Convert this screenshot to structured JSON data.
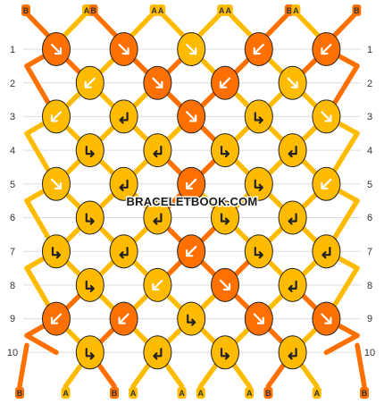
{
  "watermark": "BRACELETBOOK.COM",
  "colors": {
    "A": "#FFBB00",
    "B": "#FF7000",
    "outline": "#222222",
    "arrow": "#ffffff",
    "grid": "#dddddd"
  },
  "row_labels": [
    "1",
    "2",
    "3",
    "4",
    "5",
    "6",
    "7",
    "8",
    "9",
    "10"
  ],
  "strings_top": [
    "B",
    "A",
    "B",
    "A",
    "A",
    "A",
    "A",
    "B",
    "A",
    "B"
  ],
  "strings_bottom": [
    "B",
    "A",
    "B",
    "A",
    "A",
    "A",
    "A",
    "B",
    "A",
    "B"
  ],
  "knots": [
    [
      {
        "c": "B",
        "d": "se"
      },
      {
        "c": "B",
        "d": "se"
      },
      {
        "c": "A",
        "d": "se"
      },
      {
        "c": "B",
        "d": "sw"
      },
      {
        "c": "B",
        "d": "sw"
      }
    ],
    [
      {
        "c": "A",
        "d": "sw"
      },
      {
        "c": "B",
        "d": "se"
      },
      {
        "c": "B",
        "d": "sw"
      },
      {
        "c": "A",
        "d": "se"
      }
    ],
    [
      {
        "c": "A",
        "d": "sw"
      },
      {
        "c": "A",
        "d": "bsw"
      },
      {
        "c": "B",
        "d": "se"
      },
      {
        "c": "A",
        "d": "bse"
      },
      {
        "c": "A",
        "d": "se"
      }
    ],
    [
      {
        "c": "A",
        "d": "bse"
      },
      {
        "c": "A",
        "d": "bsw"
      },
      {
        "c": "A",
        "d": "bse"
      },
      {
        "c": "A",
        "d": "bsw"
      }
    ],
    [
      {
        "c": "A",
        "d": "se"
      },
      {
        "c": "A",
        "d": "bsw"
      },
      {
        "c": "B",
        "d": "sw"
      },
      {
        "c": "A",
        "d": "bse"
      },
      {
        "c": "A",
        "d": "sw"
      }
    ],
    [
      {
        "c": "A",
        "d": "bse"
      },
      {
        "c": "A",
        "d": "bsw"
      },
      {
        "c": "A",
        "d": "bse"
      },
      {
        "c": "A",
        "d": "bsw"
      }
    ],
    [
      {
        "c": "A",
        "d": "bse"
      },
      {
        "c": "A",
        "d": "bsw"
      },
      {
        "c": "B",
        "d": "sw"
      },
      {
        "c": "A",
        "d": "bse"
      },
      {
        "c": "A",
        "d": "bsw"
      }
    ],
    [
      {
        "c": "A",
        "d": "bse"
      },
      {
        "c": "A",
        "d": "sw"
      },
      {
        "c": "B",
        "d": "se"
      },
      {
        "c": "A",
        "d": "bsw"
      }
    ],
    [
      {
        "c": "B",
        "d": "sw"
      },
      {
        "c": "B",
        "d": "sw"
      },
      {
        "c": "A",
        "d": "bse"
      },
      {
        "c": "B",
        "d": "se"
      },
      {
        "c": "B",
        "d": "se"
      }
    ],
    [
      {
        "c": "A",
        "d": "bse"
      },
      {
        "c": "A",
        "d": "bsw"
      },
      {
        "c": "A",
        "d": "bse"
      },
      {
        "c": "A",
        "d": "bsw"
      }
    ]
  ]
}
